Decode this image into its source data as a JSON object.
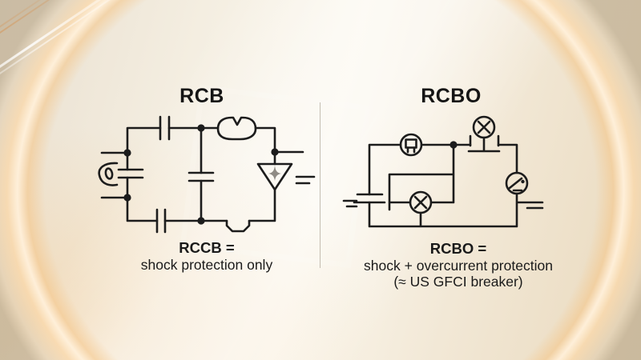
{
  "left_panel": {
    "title": "RCB",
    "caption_term": "RCCB =",
    "caption_definition": "shock protection only",
    "components": [
      "series-capacitor-top",
      "breaker-contact-top",
      "sensor-eye",
      "supply-capacitor-left",
      "shunt-capacitor-center",
      "surge-arrester-triangle",
      "series-capacitor-bottom",
      "breaker-contact-bottom",
      "earth-marks"
    ]
  },
  "right_panel": {
    "title": "RCBO",
    "caption_term": "RCBO =",
    "caption_definition": "shock + overcurrent protection",
    "caption_note": "(≈ US GFCI breaker)",
    "components": [
      "relay-coil",
      "junction-dot",
      "lamp-over-switch-contact",
      "meter-dial",
      "battery-source",
      "test-lamp",
      "earth-marks-left",
      "earth-marks-right"
    ]
  },
  "colors": {
    "ink": "#1c1c1c",
    "background_cream": "#f3ecdf",
    "glow_orange": "#f1bd8b",
    "divider_gray": "#968d7c",
    "spark_gray": "#8f8b84"
  }
}
